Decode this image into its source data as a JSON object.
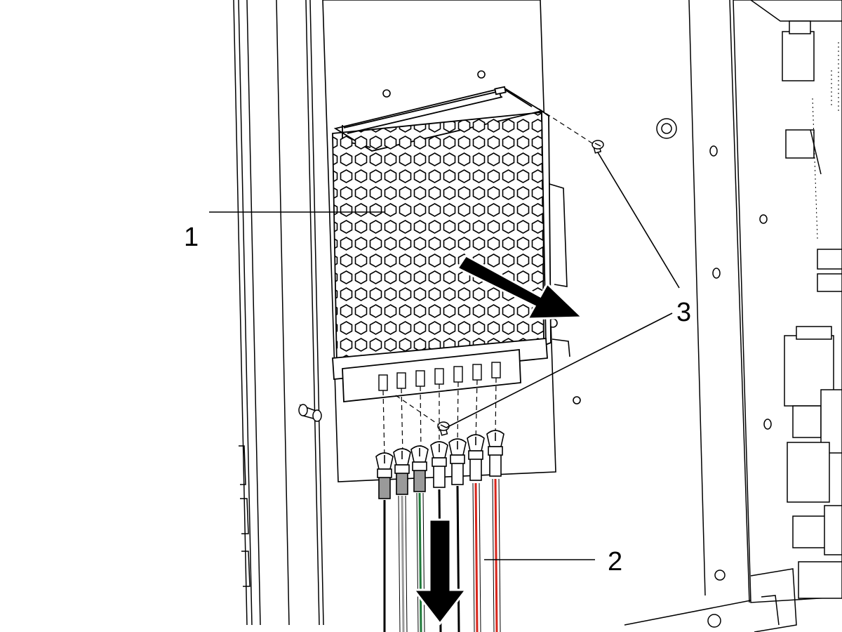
{
  "callouts": {
    "one": "1",
    "two": "2",
    "three": "3"
  },
  "colors": {
    "line": "#000000",
    "background": "#ffffff",
    "wire_black": "#000000",
    "wire_grey": "#9a9a9a",
    "wire_green": "#1f7a3a",
    "wire_red": "#d8261c",
    "arrow": "#000000"
  },
  "icons": {
    "removal_arrow": "arrow-right-down-icon",
    "pull_arrow": "arrow-down-icon",
    "screw": "screw-icon"
  }
}
